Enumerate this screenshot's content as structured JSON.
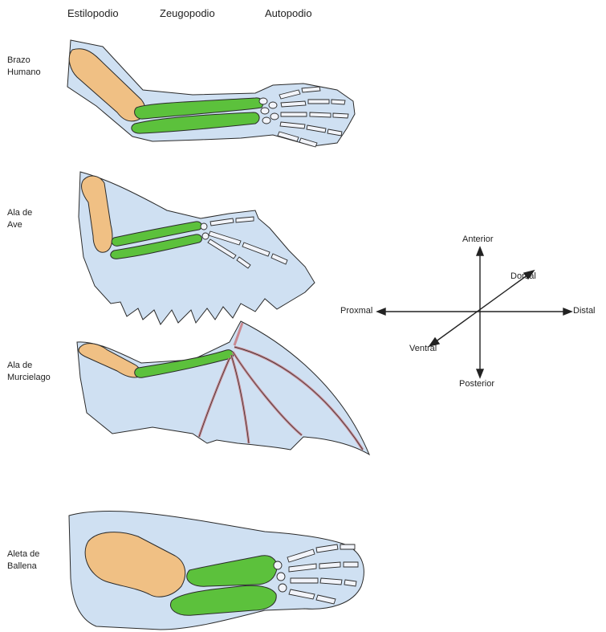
{
  "headers": {
    "stylopod": "Estilopodio",
    "zeugopod": "Zeugopodio",
    "autopod": "Autopodio"
  },
  "limbs": [
    {
      "label": "Brazo\nHumano"
    },
    {
      "label": "Ala de\n Ave"
    },
    {
      "label": "Ala de\nMurcielago"
    },
    {
      "label": "Aleta de\nBallena"
    }
  ],
  "axes": {
    "anterior": "Anterior",
    "posterior": "Posterior",
    "proximal": "Proxmal",
    "distal": "Distal",
    "dorsal": "Dorsal",
    "ventral": "Ventral"
  },
  "colors": {
    "skin": "#cfe0f2",
    "stylopod_bone": "#f0c084",
    "zeugopod_bone": "#5cc13c",
    "autopod_bone": "#f2f4fa",
    "outline": "#2a2a2a",
    "bat_membrane_finger": "#c98890"
  }
}
